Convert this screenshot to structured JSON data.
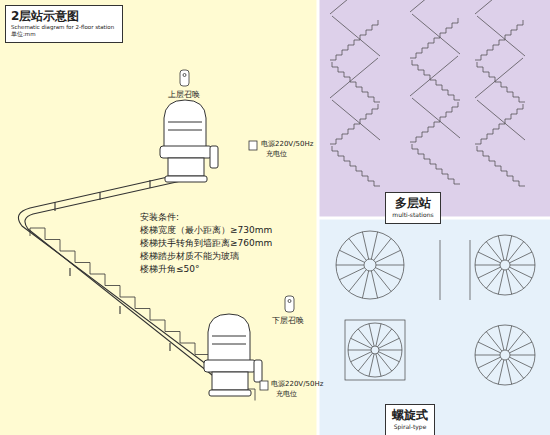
{
  "diagram": {
    "nodes": [
      {
        "text": [
          "2层站示意图",
          "Schematic diagram for 2-floor station",
          "单位:mm"
        ]
      },
      {
        "text": [
          "多层站",
          "multi-stations"
        ]
      },
      {
        "text": [
          "螺旋式",
          "Spiral-type"
        ]
      }
    ],
    "labels": [
      "上层召唤",
      "电源220V/50Hz",
      "充电位",
      "安装条件:",
      "楼梯宽度（最小距离）≥730mm",
      "楼梯扶手转角到墙距离≥760mm",
      "楼梯踏步材质不能为玻璃",
      "楼梯升角≤50°",
      "下层召唤",
      "电源220V/50Hz",
      "充电位"
    ]
  }
}
